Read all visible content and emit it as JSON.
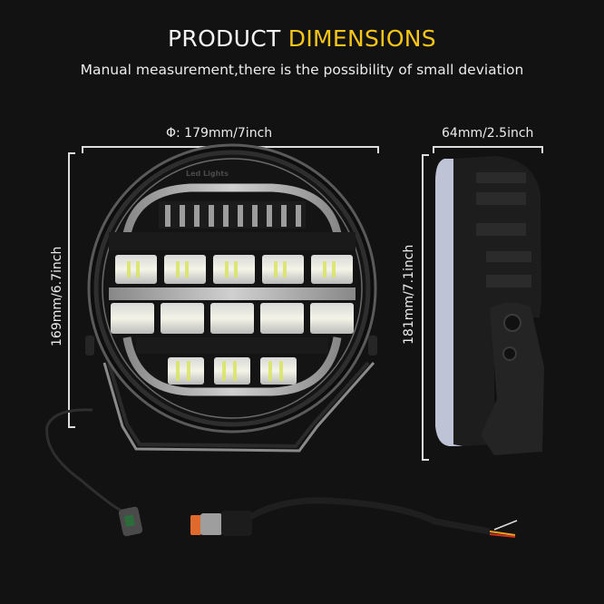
{
  "header": {
    "title_part1": "PRODUCT",
    "title_part2": "DIMENSIONS",
    "subtitle": "Manual measurement,there is the possibility of small deviation"
  },
  "dimensions": {
    "diameter": "Φ: 179mm/7inch",
    "front_height": "169mm/6.7inch",
    "side_height": "181mm/7.1inch",
    "depth": "64mm/2.5inch"
  },
  "product": {
    "brand_text": "Led Lights",
    "views": [
      "front-view",
      "side-view",
      "wiring-harness"
    ]
  },
  "colors": {
    "background": "#121212",
    "accent": "#f5c518",
    "text": "#f2f2f2"
  }
}
